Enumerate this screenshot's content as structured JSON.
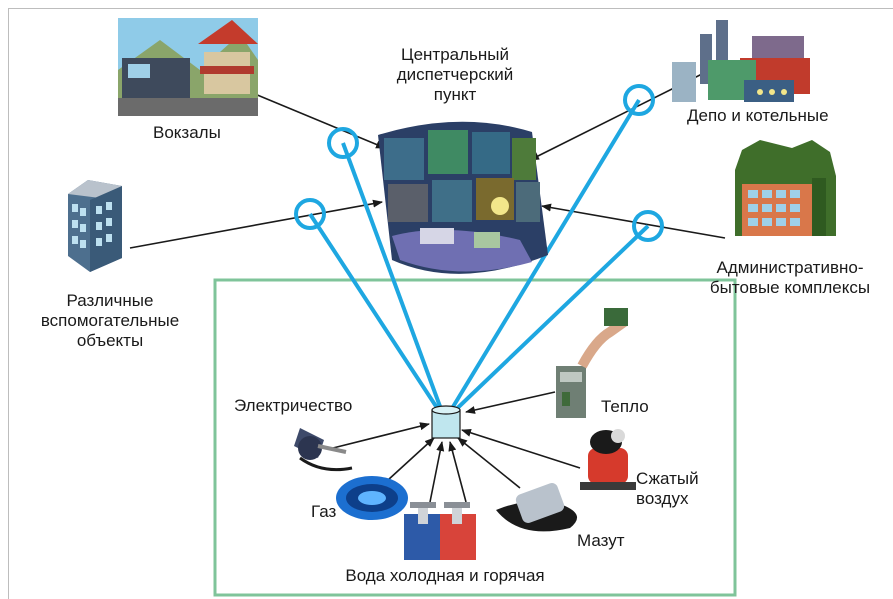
{
  "nodes": {
    "dispatch": "Центральный\nдиспетчерский\nпункт",
    "stations": "Вокзалы",
    "depot": "Депо и котельные",
    "admin": "Административно-\nбытовые комплексы",
    "auxiliary": "Различные\nвспомогательные\nобъекты"
  },
  "resources": {
    "electricity": "Электричество",
    "heat": "Тепло",
    "compressed_air": "Сжатый\nвоздух",
    "gas": "Газ",
    "fuel_oil": "Мазут",
    "water": "Вода холодная и горячая"
  },
  "colors": {
    "link_blue": "#1ea7e1",
    "frame_green": "#7fc49a",
    "arrow": "#1a1a1a",
    "meter": "#bfe6ee"
  }
}
